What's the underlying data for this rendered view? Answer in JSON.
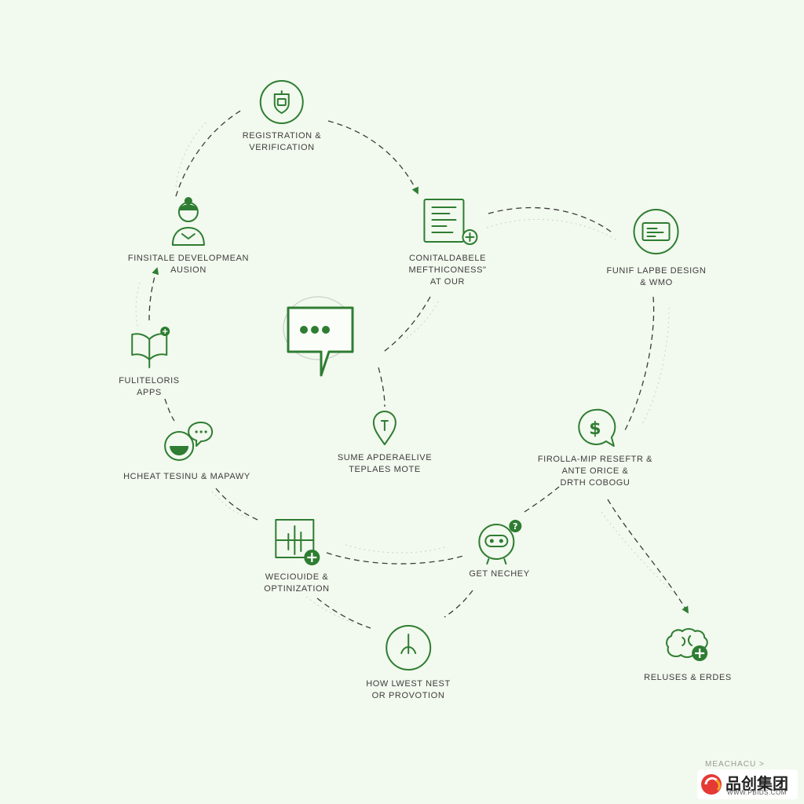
{
  "colors": {
    "accent": "#2e7d32",
    "background": "#f2f9ee",
    "text": "#3d3d3d"
  },
  "nodes": [
    {
      "id": "registration",
      "icon": "shield-icon",
      "lines": [
        "REGISTRATION &",
        "VERIFICATION"
      ]
    },
    {
      "id": "content",
      "icon": "document-add-icon",
      "lines": [
        "CONITALDABELE",
        "MEFTHICONESS\"",
        "AT OUR"
      ]
    },
    {
      "id": "profile",
      "icon": "id-card-icon",
      "lines": [
        "FUNIF LAPBE DESIGN",
        "& WMO"
      ]
    },
    {
      "id": "development",
      "icon": "person-icon",
      "lines": [
        "FINSITALE DEVELOPMEAN",
        "AUSION"
      ]
    },
    {
      "id": "features",
      "icon": "book-icon",
      "lines": [
        "FULITELORIS",
        "APPS"
      ]
    },
    {
      "id": "chat",
      "icon": "chat-bubbles-icon",
      "lines": [
        "HCHEAT TESINU & MAPAWY"
      ]
    },
    {
      "id": "center",
      "icon": "message-dots-icon",
      "lines": []
    },
    {
      "id": "support",
      "icon": "location-pin-icon",
      "lines": [
        "SUME APDERAELIVE",
        "TEPLAES MOTE"
      ]
    },
    {
      "id": "pricing",
      "icon": "dollar-bubble-icon",
      "lines": [
        "FIROLLA-MIP RESEFTR &",
        "ANTE ORICE &",
        "DRTH COBOGU"
      ]
    },
    {
      "id": "optimization",
      "icon": "chart-add-icon",
      "lines": [
        "WECIOUIDE &",
        "OPTINIZATION"
      ]
    },
    {
      "id": "money",
      "icon": "robot-icon",
      "lines": [
        "GET NECHEY"
      ]
    },
    {
      "id": "promotion",
      "icon": "clock-icon",
      "lines": [
        "HOW LWEST NEST",
        "OR PROVOTION"
      ]
    },
    {
      "id": "releases",
      "icon": "brain-add-icon",
      "lines": [
        "RELUSES & ERDES"
      ]
    }
  ],
  "watermark": {
    "caption": "MEACHACU >",
    "brand": "品创集团",
    "url": "WWW.PBIDS.COM"
  }
}
